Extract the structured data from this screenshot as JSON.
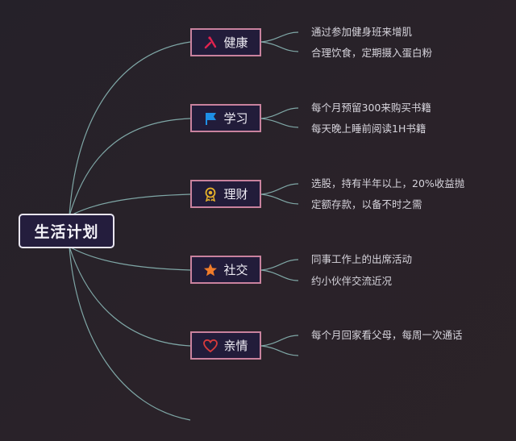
{
  "root": {
    "label": "生活计划"
  },
  "branches": [
    {
      "label": "健康",
      "icon": "medical-tools-icon",
      "color": "#e2234f",
      "items": [
        "通过参加健身班来增肌",
        "合理饮食，定期摄入蛋白粉"
      ]
    },
    {
      "label": "学习",
      "icon": "flag-icon",
      "color": "#1e8fe6",
      "items": [
        "每个月预留300来购买书籍",
        "每天晚上睡前阅读1H书籍"
      ]
    },
    {
      "label": "理财",
      "icon": "medal-icon",
      "color": "#e6b12a",
      "items": [
        "选股，持有半年以上，20%收益抛",
        "定额存款，以备不时之需"
      ]
    },
    {
      "label": "社交",
      "icon": "star-icon",
      "color": "#f07c2a",
      "items": [
        "同事工作上的出席活动",
        "约小伙伴交流近况"
      ]
    },
    {
      "label": "亲情",
      "icon": "heart-icon",
      "color": "#d83b3b",
      "items": [
        "每个月回家看父母，每周一次通话",
        ""
      ]
    }
  ],
  "colors": {
    "link": "#7fa7a6",
    "branch_border": "#c9829e",
    "root_border": "#e9e6f2"
  }
}
